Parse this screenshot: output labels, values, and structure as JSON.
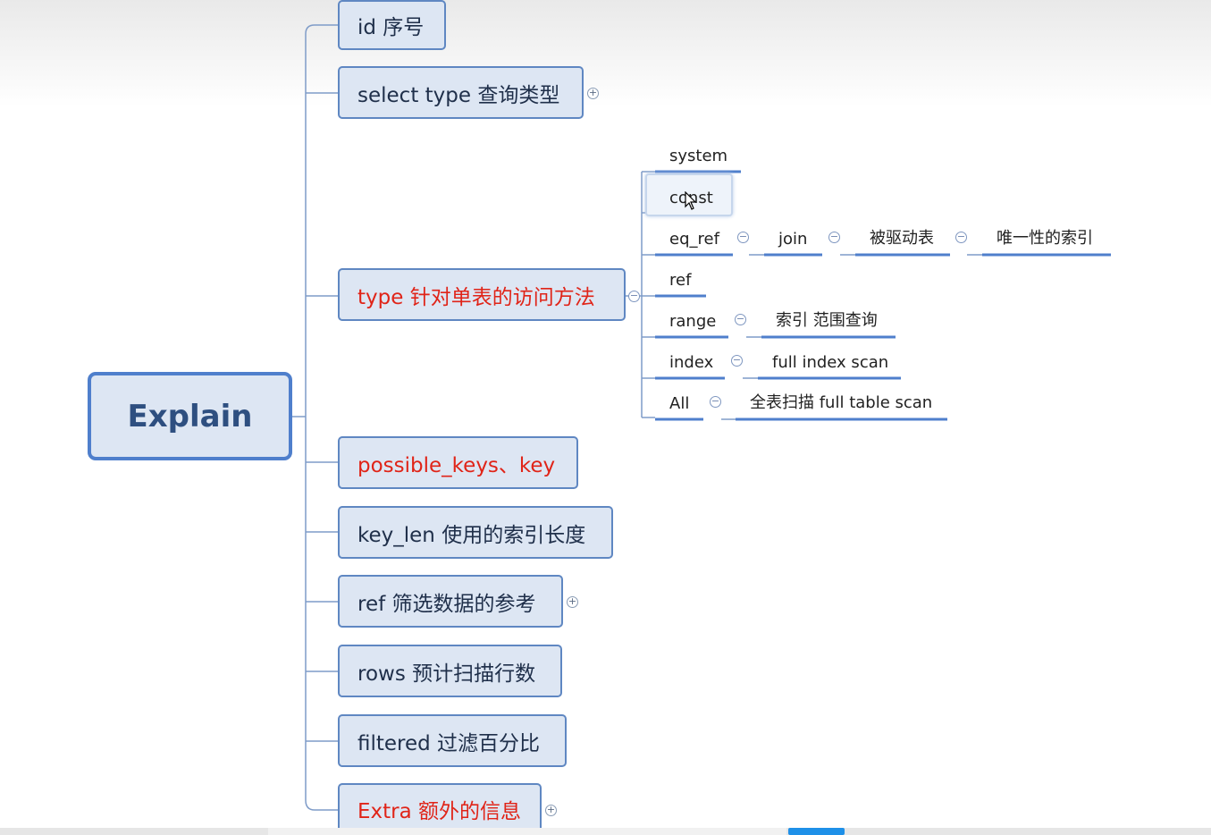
{
  "root": {
    "label": "Explain"
  },
  "branches": [
    {
      "label": "id 序号",
      "color": "dark"
    },
    {
      "label": "select type 查询类型",
      "color": "dark",
      "collapsed": true
    },
    {
      "label": "type 针对单表的访问方法",
      "color": "red",
      "expanded": true
    },
    {
      "label": "possible_keys、key",
      "color": "red"
    },
    {
      "label": "key_len 使用的索引长度",
      "color": "dark"
    },
    {
      "label": "ref 筛选数据的参考",
      "color": "dark",
      "collapsed": true
    },
    {
      "label": "rows 预计扫描行数",
      "color": "dark"
    },
    {
      "label": "filtered 过滤百分比",
      "color": "dark"
    },
    {
      "label": "Extra 额外的信息",
      "color": "red",
      "collapsed": true
    }
  ],
  "type_children": [
    {
      "label": "system"
    },
    {
      "label": "const",
      "selected": true
    },
    {
      "label": "eq_ref",
      "children": [
        {
          "label": "join",
          "children": [
            {
              "label": "被驱动表",
              "children": [
                {
                  "label": "唯一性的索引"
                }
              ]
            }
          ]
        }
      ]
    },
    {
      "label": "ref"
    },
    {
      "label": "range",
      "children": [
        {
          "label": "索引 范围查询"
        }
      ]
    },
    {
      "label": "index",
      "children": [
        {
          "label": "full index scan"
        }
      ]
    },
    {
      "label": "All",
      "children": [
        {
          "label": "全表扫描 full table scan"
        }
      ]
    }
  ],
  "icons": {
    "collapsed": "plus-circle-icon",
    "expanded": "minus-circle-icon"
  },
  "colors": {
    "node_fill": "#dde6f3",
    "node_border": "#5f87c2",
    "red_text": "#e02418",
    "underline": "#4f7fcc"
  }
}
